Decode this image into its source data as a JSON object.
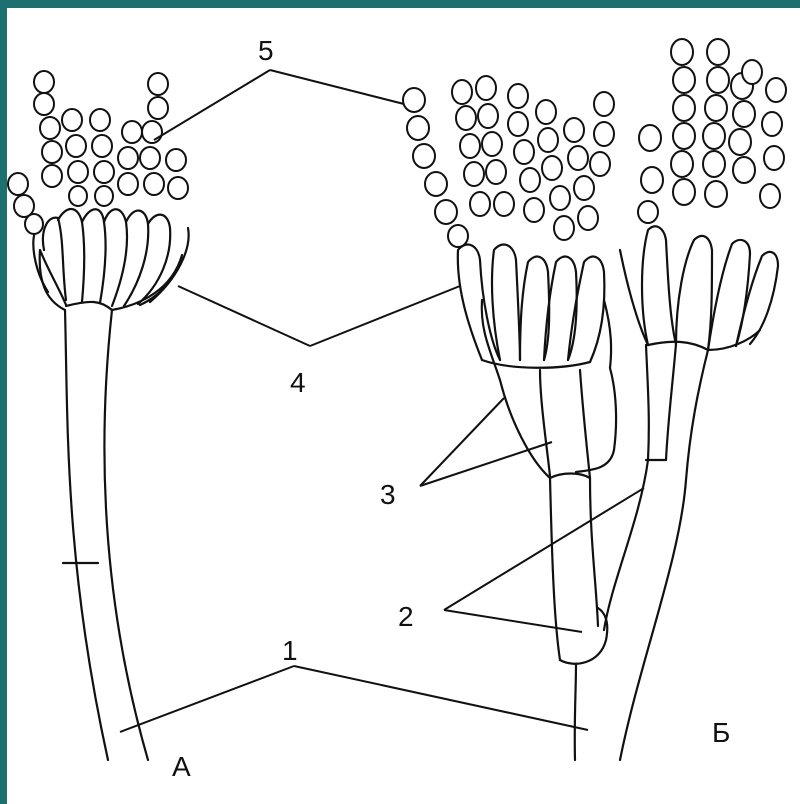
{
  "labels": {
    "spores": "5",
    "sterigmata": "4",
    "metulae": "3",
    "branches": "2",
    "conidiophore": "1",
    "figure_a": "А",
    "figure_b": "Б"
  },
  "colors": {
    "frame": "#1e6f6f",
    "ink": "#111111",
    "background": "#ffffff"
  }
}
